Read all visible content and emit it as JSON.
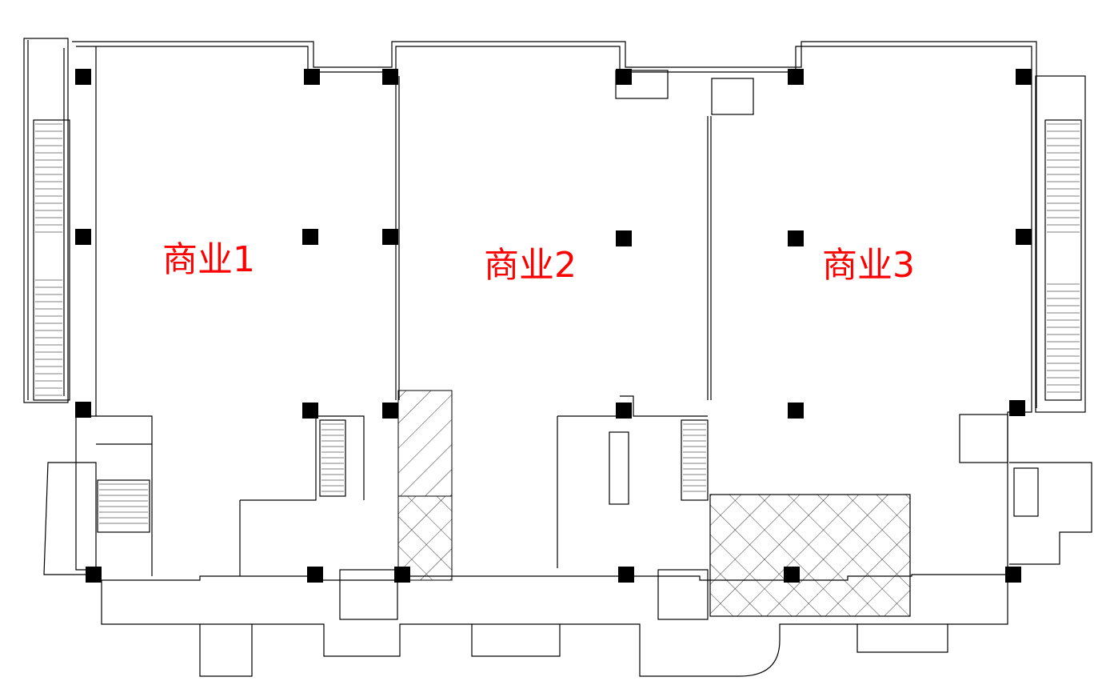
{
  "rooms": [
    {
      "label": "商业1"
    },
    {
      "label": "商业2"
    },
    {
      "label": "商业3"
    }
  ],
  "colors": {
    "label": "#ff0000",
    "line": "#000000"
  }
}
